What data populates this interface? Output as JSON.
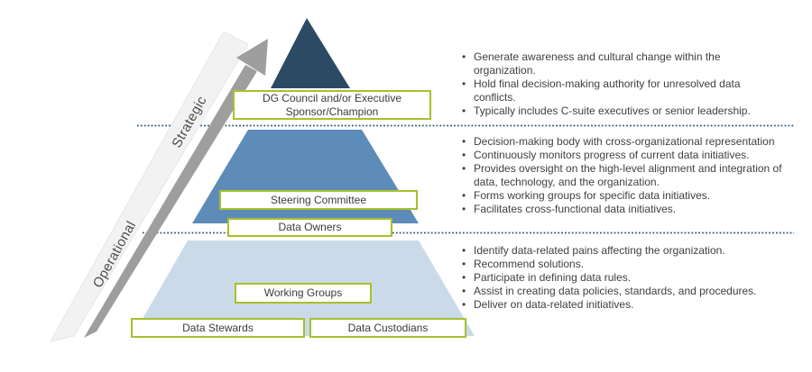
{
  "axis": {
    "strategic_label": "Strategic",
    "operational_label": "Operational"
  },
  "boxes": {
    "dg_council": "DG Council and/or Executive\nSponsor/Champion",
    "steering_committee": "Steering Committee",
    "data_owners": "Data Owners",
    "working_groups": "Working Groups",
    "data_stewards": "Data Stewards",
    "data_custodians": "Data Custodians"
  },
  "bullet_sections": [
    {
      "bullets": [
        "Generate awareness and cultural change within the\norganization.",
        "Hold final decision-making authority for unresolved data\nconflicts.",
        "Typically includes C-suite executives or senior leadership."
      ]
    },
    {
      "bullets": [
        "Decision-making body with cross-organizational representation",
        "Continuously monitors progress of current data initiatives.",
        "Provides oversight on the high-level alignment and integration of\ndata, technology, and the organization.",
        "Forms working groups for specific data initiatives.",
        "Facilitates cross-functional data initiatives."
      ]
    },
    {
      "bullets": [
        "Identify data-related pains affecting the organization.",
        "Recommend solutions.",
        "Participate in defining data rules.",
        "Assist in creating data policies, standards, and procedures.",
        "Deliver on data-related initiatives."
      ]
    }
  ],
  "colors": {
    "tier_top": "#2d4a64",
    "tier_middle": "#5d8cb8",
    "tier_bottom": "#cbdae9",
    "box_border": "#a6c02e",
    "dotted_line": "#2f587c",
    "arrow_light": "#f2f2f2",
    "arrow_dark": "#9e9e9e"
  }
}
